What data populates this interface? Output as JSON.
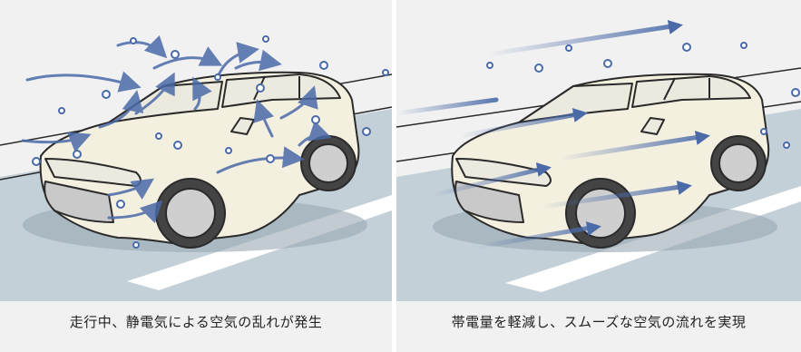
{
  "panels": [
    {
      "caption": "走行中、静電気による空気の乱れが発生",
      "state": "turbulent"
    },
    {
      "caption": "帯電量を軽減し、スムーズな空気の流れを実現",
      "state": "smooth"
    }
  ],
  "colors": {
    "background": "#f1f1f1",
    "road": "#c3d0d8",
    "car_body": "#f4f0e0",
    "outline": "#2a2a2a",
    "airflow": "#4a6aa8",
    "particle": "#4a6aa8"
  },
  "icons": {
    "particle": "plus-ion-icon",
    "arrow": "airflow-arrow-icon"
  }
}
